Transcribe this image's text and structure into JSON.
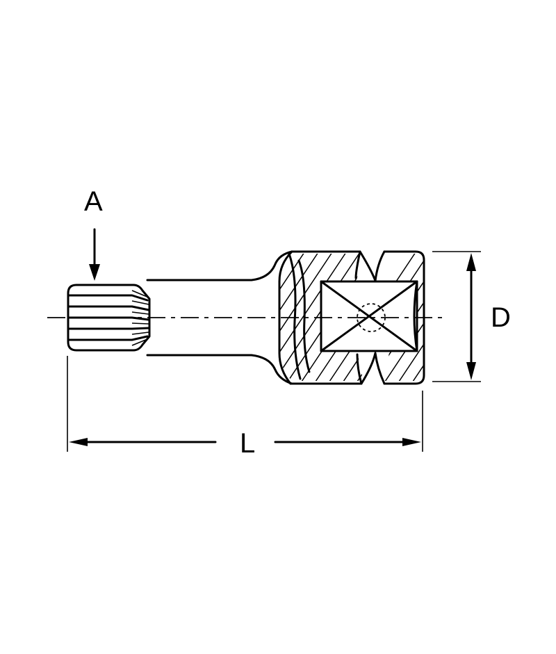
{
  "dimension_labels": {
    "tip_size": "A",
    "diameter": "D",
    "length": "L"
  },
  "colors": {
    "line": "#000000",
    "background": "#ffffff"
  }
}
